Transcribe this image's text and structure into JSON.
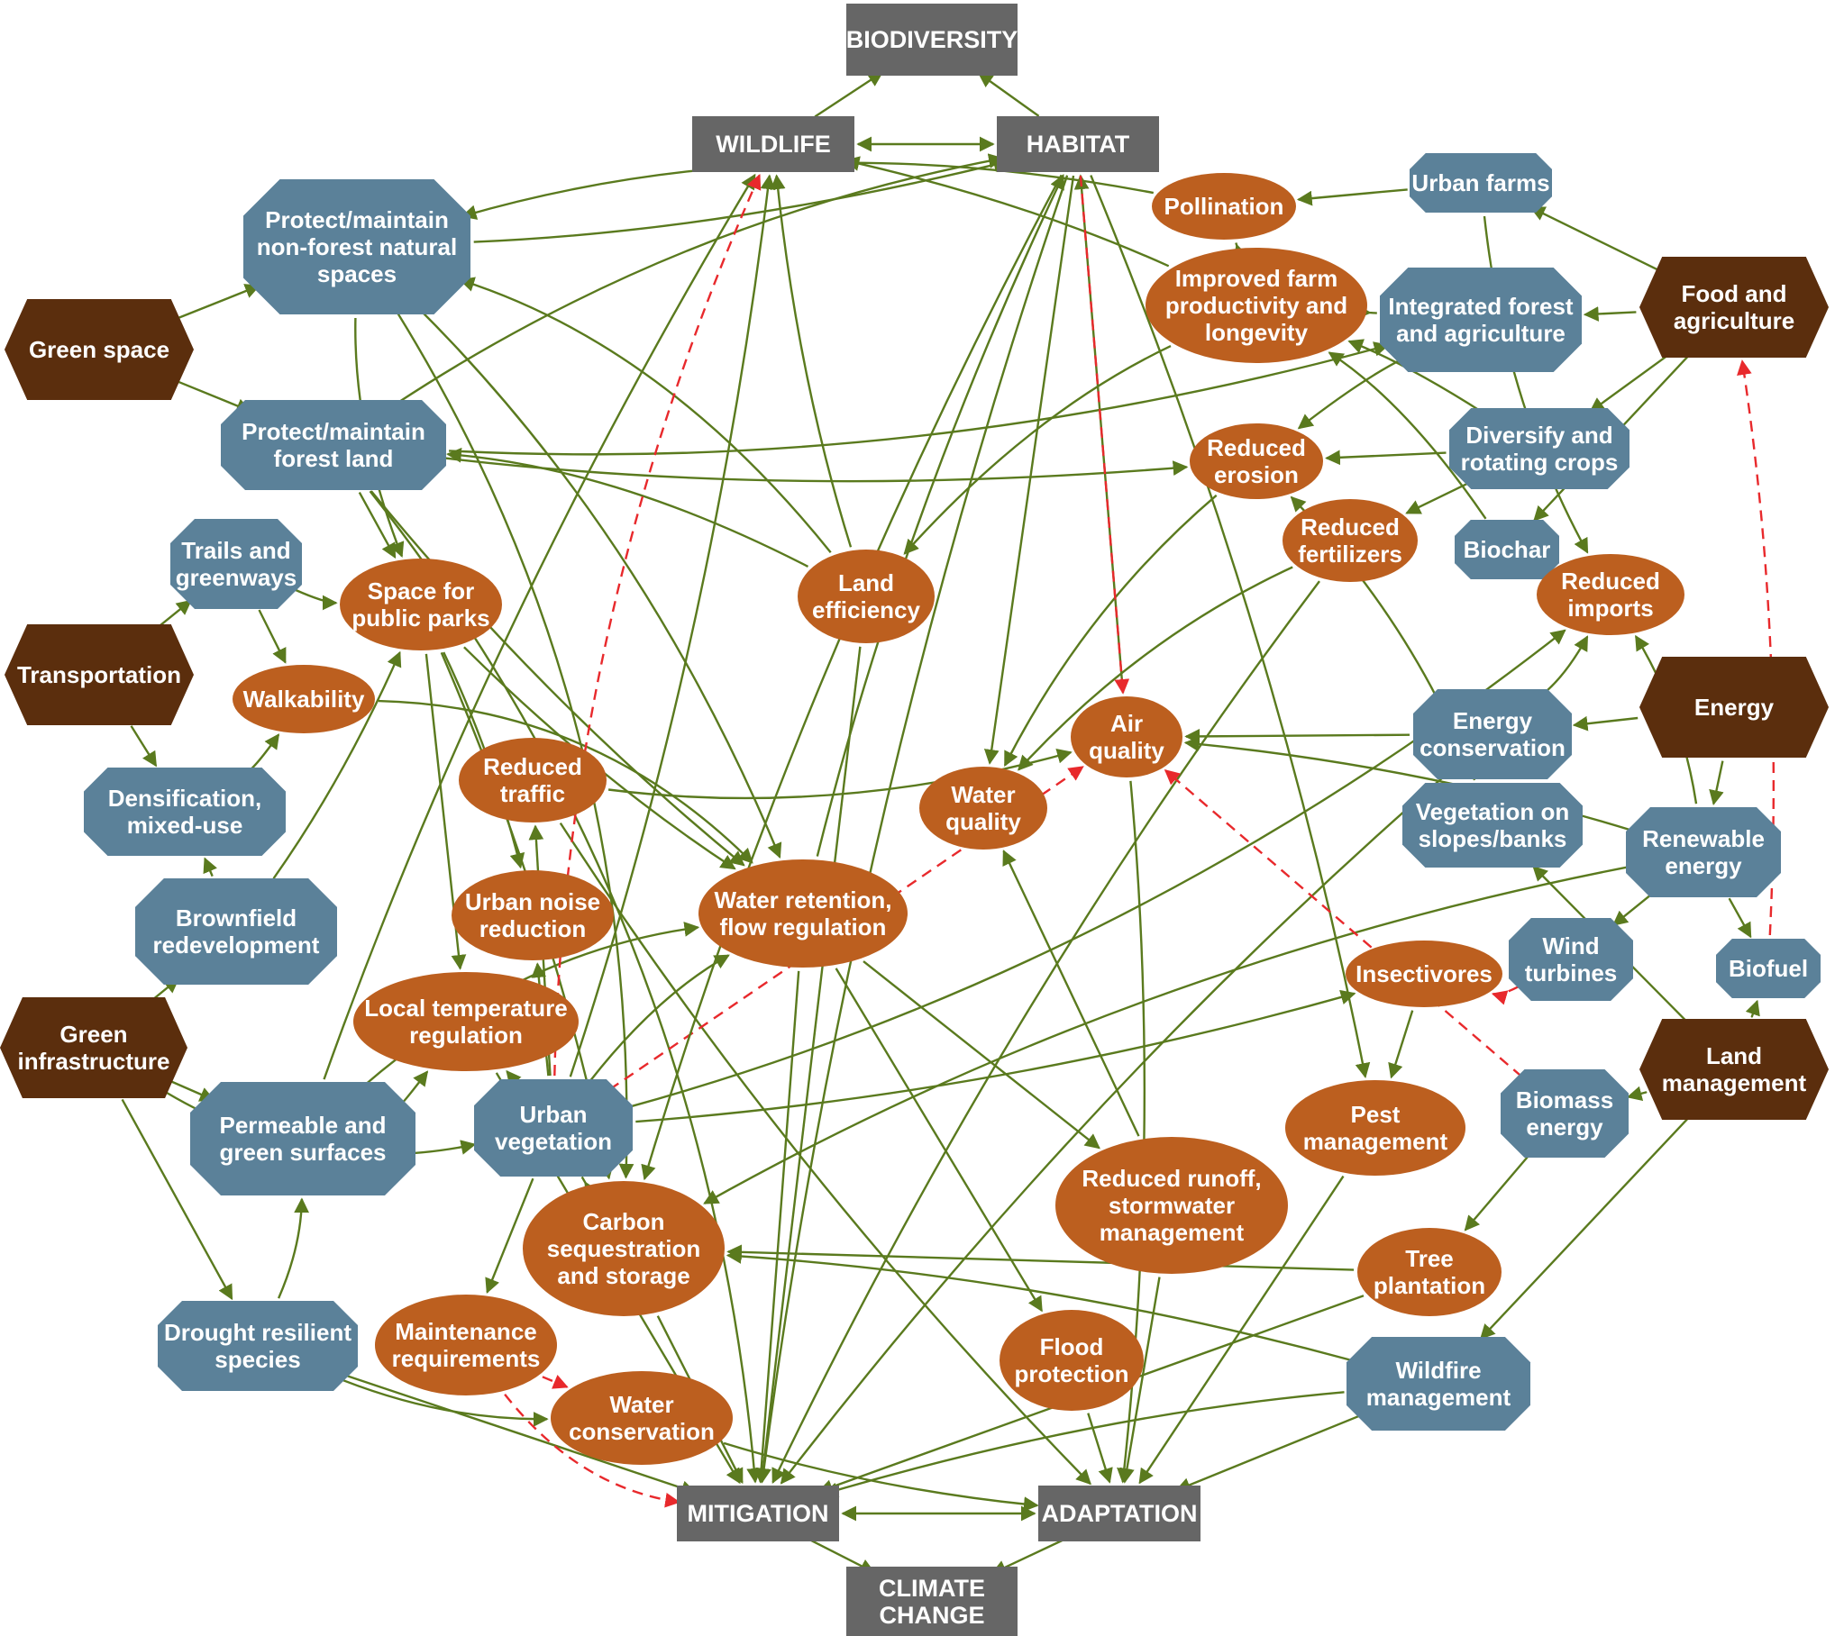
{
  "colors": {
    "gray": "#666666",
    "brown": "#5b2e0d",
    "blue": "#5b8199",
    "orange": "#bc5f1f",
    "edge_green": "#5a7a1e",
    "edge_red": "#e8292c",
    "text": "#ffffff"
  },
  "nodes": [
    {
      "id": "biodiversity",
      "kind": "gray",
      "lines": [
        "BIODIVERSITY"
      ]
    },
    {
      "id": "wildlife",
      "kind": "gray",
      "lines": [
        "WILDLIFE"
      ]
    },
    {
      "id": "habitat",
      "kind": "gray",
      "lines": [
        "HABITAT"
      ]
    },
    {
      "id": "mitigation",
      "kind": "gray",
      "lines": [
        "MITIGATION"
      ]
    },
    {
      "id": "adaptation",
      "kind": "gray",
      "lines": [
        "ADAPTATION"
      ]
    },
    {
      "id": "climate_change",
      "kind": "gray",
      "lines": [
        "CLIMATE",
        "CHANGE"
      ]
    },
    {
      "id": "green_space",
      "kind": "brown",
      "lines": [
        "Green space"
      ]
    },
    {
      "id": "transportation",
      "kind": "brown",
      "lines": [
        "Transportation"
      ]
    },
    {
      "id": "green_infrastructure",
      "kind": "brown",
      "lines": [
        "Green",
        "infrastructure"
      ]
    },
    {
      "id": "food_agriculture",
      "kind": "brown",
      "lines": [
        "Food and",
        "agriculture"
      ]
    },
    {
      "id": "energy",
      "kind": "brown",
      "lines": [
        "Energy"
      ]
    },
    {
      "id": "land_management",
      "kind": "brown",
      "lines": [
        "Land",
        "management"
      ]
    },
    {
      "id": "protect_nonforest",
      "kind": "blue",
      "lines": [
        "Protect/maintain",
        "non-forest natural",
        "spaces"
      ]
    },
    {
      "id": "protect_forest",
      "kind": "blue",
      "lines": [
        "Protect/maintain",
        "forest land"
      ]
    },
    {
      "id": "trails",
      "kind": "blue",
      "lines": [
        "Trails and",
        "greenways"
      ]
    },
    {
      "id": "densification",
      "kind": "blue",
      "lines": [
        "Densification,",
        "mixed-use"
      ]
    },
    {
      "id": "brownfield",
      "kind": "blue",
      "lines": [
        "Brownfield",
        "redevelopment"
      ]
    },
    {
      "id": "permeable",
      "kind": "blue",
      "lines": [
        "Permeable and",
        "green surfaces"
      ]
    },
    {
      "id": "urban_vegetation",
      "kind": "blue",
      "lines": [
        "Urban",
        "vegetation"
      ]
    },
    {
      "id": "drought",
      "kind": "blue",
      "lines": [
        "Drought resilient",
        "species"
      ]
    },
    {
      "id": "urban_farms",
      "kind": "blue",
      "lines": [
        "Urban farms"
      ]
    },
    {
      "id": "integrated",
      "kind": "blue",
      "lines": [
        "Integrated forest",
        "and agriculture"
      ]
    },
    {
      "id": "diversify",
      "kind": "blue",
      "lines": [
        "Diversify and",
        "rotating crops"
      ]
    },
    {
      "id": "biochar",
      "kind": "blue",
      "lines": [
        "Biochar"
      ]
    },
    {
      "id": "energy_conservation",
      "kind": "blue",
      "lines": [
        "Energy",
        "conservation"
      ]
    },
    {
      "id": "vegetation_slopes",
      "kind": "blue",
      "lines": [
        "Vegetation on",
        "slopes/banks"
      ]
    },
    {
      "id": "renewable",
      "kind": "blue",
      "lines": [
        "Renewable",
        "energy"
      ]
    },
    {
      "id": "wind",
      "kind": "blue",
      "lines": [
        "Wind",
        "turbines"
      ]
    },
    {
      "id": "biofuel",
      "kind": "blue",
      "lines": [
        "Biofuel"
      ]
    },
    {
      "id": "biomass",
      "kind": "blue",
      "lines": [
        "Biomass",
        "energy"
      ]
    },
    {
      "id": "wildfire",
      "kind": "blue",
      "lines": [
        "Wildfire",
        "management"
      ]
    },
    {
      "id": "pollination",
      "kind": "orange",
      "lines": [
        "Pollination"
      ]
    },
    {
      "id": "improved_farm",
      "kind": "orange",
      "lines": [
        "Improved farm",
        "productivity and",
        "longevity"
      ]
    },
    {
      "id": "reduced_erosion",
      "kind": "orange",
      "lines": [
        "Reduced",
        "erosion"
      ]
    },
    {
      "id": "reduced_fertilizers",
      "kind": "orange",
      "lines": [
        "Reduced",
        "fertilizers"
      ]
    },
    {
      "id": "reduced_imports",
      "kind": "orange",
      "lines": [
        "Reduced",
        "imports"
      ]
    },
    {
      "id": "land_efficiency",
      "kind": "orange",
      "lines": [
        "Land",
        "efficiency"
      ]
    },
    {
      "id": "space_parks",
      "kind": "orange",
      "lines": [
        "Space for",
        "public parks"
      ]
    },
    {
      "id": "walkability",
      "kind": "orange",
      "lines": [
        "Walkability"
      ]
    },
    {
      "id": "air_quality",
      "kind": "orange",
      "lines": [
        "Air",
        "quality"
      ]
    },
    {
      "id": "reduced_traffic",
      "kind": "orange",
      "lines": [
        "Reduced",
        "traffic"
      ]
    },
    {
      "id": "water_quality",
      "kind": "orange",
      "lines": [
        "Water",
        "quality"
      ]
    },
    {
      "id": "urban_noise",
      "kind": "orange",
      "lines": [
        "Urban noise",
        "reduction"
      ]
    },
    {
      "id": "water_retention",
      "kind": "orange",
      "lines": [
        "Water retention,",
        "flow regulation"
      ]
    },
    {
      "id": "local_temp",
      "kind": "orange",
      "lines": [
        "Local temperature",
        "regulation"
      ]
    },
    {
      "id": "insectivores",
      "kind": "orange",
      "lines": [
        "Insectivores"
      ]
    },
    {
      "id": "pest",
      "kind": "orange",
      "lines": [
        "Pest",
        "management"
      ]
    },
    {
      "id": "reduced_runoff",
      "kind": "orange",
      "lines": [
        "Reduced runoff,",
        "stormwater",
        "management"
      ]
    },
    {
      "id": "carbon",
      "kind": "orange",
      "lines": [
        "Carbon",
        "sequestration",
        "and storage"
      ]
    },
    {
      "id": "tree_plantation",
      "kind": "orange",
      "lines": [
        "Tree",
        "plantation"
      ]
    },
    {
      "id": "maintenance",
      "kind": "orange",
      "lines": [
        "Maintenance",
        "requirements"
      ]
    },
    {
      "id": "flood",
      "kind": "orange",
      "lines": [
        "Flood",
        "protection"
      ]
    },
    {
      "id": "water_conservation",
      "kind": "orange",
      "lines": [
        "Water",
        "conservation"
      ]
    }
  ],
  "edges": [
    [
      "wildlife",
      "biodiversity",
      0,
      "g"
    ],
    [
      "habitat",
      "biodiversity",
      0,
      "g"
    ],
    [
      "wildlife",
      "habitat",
      0,
      "g2"
    ],
    [
      "mitigation",
      "adaptation",
      0,
      "g2"
    ],
    [
      "mitigation",
      "climate_change",
      0,
      "g"
    ],
    [
      "adaptation",
      "climate_change",
      0,
      "g"
    ],
    [
      "green_space",
      "protect_nonforest",
      0,
      "g"
    ],
    [
      "green_space",
      "protect_forest",
      0,
      "g"
    ],
    [
      "protect_nonforest",
      "habitat",
      0.05,
      "g"
    ],
    [
      "protect_nonforest",
      "space_parks",
      0.1,
      "g"
    ],
    [
      "protect_nonforest",
      "water_retention",
      -0.1,
      "g"
    ],
    [
      "protect_nonforest",
      "carbon",
      -0.15,
      "g"
    ],
    [
      "pollination",
      "protect_nonforest",
      0.12,
      "g"
    ],
    [
      "land_efficiency",
      "protect_nonforest",
      0.15,
      "g"
    ],
    [
      "protect_forest",
      "habitat",
      -0.1,
      "g"
    ],
    [
      "protect_forest",
      "integrated",
      0.08,
      "g"
    ],
    [
      "protect_forest",
      "space_parks",
      0,
      "g"
    ],
    [
      "protect_forest",
      "water_retention",
      0.05,
      "g"
    ],
    [
      "protect_forest",
      "mitigation",
      -0.15,
      "g"
    ],
    [
      "protect_forest",
      "reduced_erosion",
      0.05,
      "g"
    ],
    [
      "land_efficiency",
      "protect_forest",
      0.1,
      "g"
    ],
    [
      "transportation",
      "trails",
      0,
      "g"
    ],
    [
      "transportation",
      "densification",
      0,
      "g"
    ],
    [
      "trails",
      "space_parks",
      0.1,
      "g"
    ],
    [
      "trails",
      "walkability",
      0,
      "g"
    ],
    [
      "densification",
      "walkability",
      0.1,
      "g"
    ],
    [
      "walkability",
      "water_retention",
      -0.2,
      "g"
    ],
    [
      "green_infrastructure",
      "brownfield",
      0,
      "g"
    ],
    [
      "green_infrastructure",
      "permeable",
      0,
      "g"
    ],
    [
      "green_infrastructure",
      "drought",
      0,
      "g"
    ],
    [
      "green_infrastructure",
      "urban_vegetation",
      0.2,
      "g"
    ],
    [
      "brownfield",
      "densification",
      0,
      "g"
    ],
    [
      "brownfield",
      "space_parks",
      0.05,
      "g"
    ],
    [
      "permeable",
      "local_temp",
      0.15,
      "g"
    ],
    [
      "permeable",
      "wildlife",
      -0.05,
      "g"
    ],
    [
      "permeable",
      "water_retention",
      -0.15,
      "g"
    ],
    [
      "drought",
      "permeable",
      0.1,
      "g"
    ],
    [
      "drought",
      "water_conservation",
      0.1,
      "g"
    ],
    [
      "drought",
      "mitigation",
      0,
      "g"
    ],
    [
      "space_parks",
      "urban_noise",
      -0.05,
      "g"
    ],
    [
      "space_parks",
      "local_temp",
      0,
      "g"
    ],
    [
      "space_parks",
      "carbon",
      -0.05,
      "g"
    ],
    [
      "space_parks",
      "water_retention",
      0.05,
      "g"
    ],
    [
      "reduced_traffic",
      "air_quality",
      0.1,
      "g"
    ],
    [
      "reduced_traffic",
      "adaptation",
      0.05,
      "g"
    ],
    [
      "urban_vegetation",
      "wildlife",
      0.05,
      "g"
    ],
    [
      "urban_vegetation",
      "local_temp",
      0,
      "g"
    ],
    [
      "urban_vegetation",
      "urban_noise",
      0,
      "g"
    ],
    [
      "urban_vegetation",
      "carbon",
      0,
      "g"
    ],
    [
      "urban_vegetation",
      "maintenance",
      0,
      "g"
    ],
    [
      "urban_vegetation",
      "water_retention",
      -0.1,
      "g"
    ],
    [
      "urban_vegetation",
      "insectivores",
      0.05,
      "g"
    ],
    [
      "urban_vegetation",
      "reduced_traffic",
      0,
      "g"
    ],
    [
      "urban_vegetation",
      "reduced_imports",
      0.1,
      "g"
    ],
    [
      "urban_vegetation",
      "wildlife",
      -0.1,
      "r"
    ],
    [
      "urban_vegetation",
      "air_quality",
      0,
      "r"
    ],
    [
      "water_retention",
      "flood",
      0,
      "g"
    ],
    [
      "water_retention",
      "reduced_runoff",
      0,
      "g"
    ],
    [
      "water_retention",
      "mitigation",
      0,
      "g"
    ],
    [
      "water_retention",
      "habitat",
      -0.05,
      "g"
    ],
    [
      "land_efficiency",
      "wildlife",
      -0.05,
      "g"
    ],
    [
      "land_efficiency",
      "mitigation",
      0,
      "g"
    ],
    [
      "pollination",
      "improved_farm",
      0,
      "g"
    ],
    [
      "urban_farms",
      "pollination",
      0,
      "g"
    ],
    [
      "urban_farms",
      "reduced_imports",
      0.1,
      "g"
    ],
    [
      "food_agriculture",
      "urban_farms",
      0,
      "g"
    ],
    [
      "food_agriculture",
      "integrated",
      0,
      "g"
    ],
    [
      "food_agriculture",
      "diversify",
      0,
      "g"
    ],
    [
      "food_agriculture",
      "biochar",
      0,
      "g"
    ],
    [
      "integrated",
      "improved_farm",
      0,
      "g"
    ],
    [
      "integrated",
      "reduced_erosion",
      0.05,
      "g"
    ],
    [
      "diversify",
      "reduced_erosion",
      0,
      "g"
    ],
    [
      "diversify",
      "reduced_fertilizers",
      0,
      "g"
    ],
    [
      "diversify",
      "improved_farm",
      0.05,
      "g"
    ],
    [
      "biochar",
      "improved_farm",
      0.1,
      "g"
    ],
    [
      "improved_farm",
      "land_efficiency",
      0.1,
      "g"
    ],
    [
      "improved_farm",
      "wildlife",
      0.05,
      "g"
    ],
    [
      "reduced_erosion",
      "water_quality",
      0.1,
      "g"
    ],
    [
      "reduced_fertilizers",
      "water_quality",
      0.1,
      "g"
    ],
    [
      "reduced_fertilizers",
      "mitigation",
      0.05,
      "g"
    ],
    [
      "habitat",
      "pest",
      -0.05,
      "g"
    ],
    [
      "habitat",
      "water_quality",
      0,
      "g"
    ],
    [
      "habitat",
      "carbon",
      0.05,
      "g"
    ],
    [
      "habitat",
      "mitigation",
      0.05,
      "g"
    ],
    [
      "air_quality",
      "habitat",
      0,
      "g"
    ],
    [
      "air_quality",
      "adaptation",
      -0.05,
      "g"
    ],
    [
      "habitat",
      "air_quality",
      0,
      "r"
    ],
    [
      "energy",
      "energy_conservation",
      0,
      "g"
    ],
    [
      "energy",
      "renewable",
      0,
      "g"
    ],
    [
      "energy_conservation",
      "air_quality",
      0,
      "g"
    ],
    [
      "energy_conservation",
      "reduced_imports",
      0.1,
      "g"
    ],
    [
      "energy_conservation",
      "mitigation",
      0.05,
      "g"
    ],
    [
      "vegetation_slopes",
      "reduced_erosion",
      0.1,
      "g"
    ],
    [
      "renewable",
      "air_quality",
      0.05,
      "g"
    ],
    [
      "renewable",
      "wind",
      0,
      "g"
    ],
    [
      "renewable",
      "biofuel",
      0,
      "g"
    ],
    [
      "renewable",
      "reduced_imports",
      0.1,
      "g"
    ],
    [
      "renewable",
      "carbon",
      0.08,
      "g"
    ],
    [
      "land_management",
      "biofuel",
      0,
      "g"
    ],
    [
      "land_management",
      "vegetation_slopes",
      0,
      "g"
    ],
    [
      "land_management",
      "wildfire",
      0,
      "g"
    ],
    [
      "land_management",
      "biomass",
      0,
      "g"
    ],
    [
      "biofuel",
      "food_agriculture",
      0.05,
      "r"
    ],
    [
      "wind",
      "insectivores",
      -0.2,
      "r"
    ],
    [
      "biomass",
      "air_quality",
      0,
      "r"
    ],
    [
      "biomass",
      "tree_plantation",
      0,
      "g"
    ],
    [
      "insectivores",
      "pest",
      0,
      "g"
    ],
    [
      "pest",
      "adaptation",
      0,
      "g"
    ],
    [
      "reduced_runoff",
      "adaptation",
      0,
      "g"
    ],
    [
      "reduced_runoff",
      "water_quality",
      0,
      "g"
    ],
    [
      "tree_plantation",
      "carbon",
      0,
      "g"
    ],
    [
      "tree_plantation",
      "mitigation",
      0,
      "g"
    ],
    [
      "carbon",
      "mitigation",
      0,
      "g"
    ],
    [
      "flood",
      "adaptation",
      0,
      "g"
    ],
    [
      "water_conservation",
      "adaptation",
      0.05,
      "g"
    ],
    [
      "maintenance",
      "water_conservation",
      0,
      "r"
    ],
    [
      "maintenance",
      "mitigation",
      0.2,
      "r"
    ],
    [
      "wildfire",
      "mitigation",
      0.05,
      "g"
    ],
    [
      "wildfire",
      "adaptation",
      0,
      "g"
    ],
    [
      "wildfire",
      "carbon",
      0.05,
      "g"
    ],
    [
      "local_temp",
      "mitigation",
      0,
      "g"
    ]
  ]
}
